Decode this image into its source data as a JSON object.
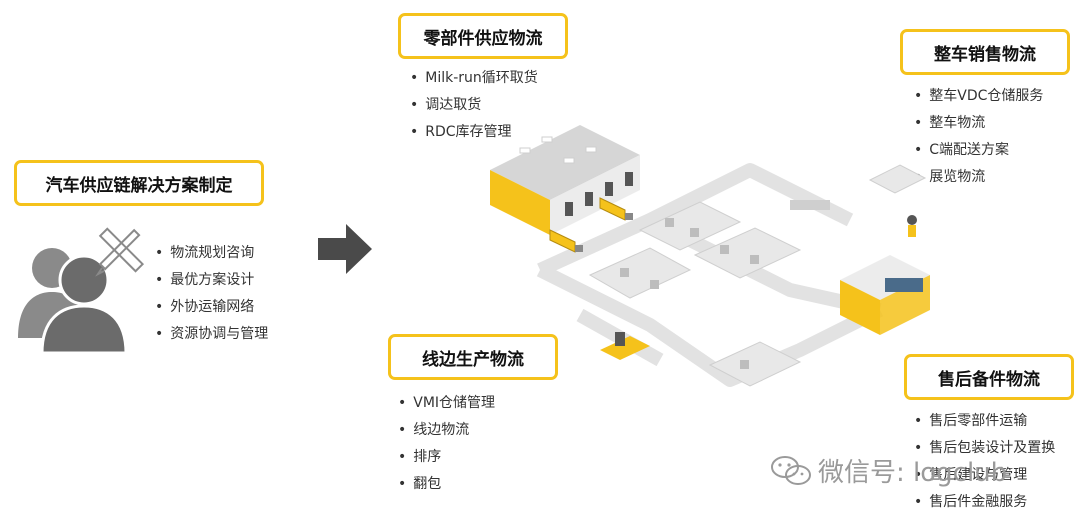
{
  "planning": {
    "title": "汽车供应链解决方案制定",
    "items": [
      "物流规划咨询",
      "最优方案设计",
      "外协运输网络",
      "资源协调与管理"
    ]
  },
  "inbound": {
    "title": "零部件供应物流",
    "items": [
      "Milk-run循环取货",
      "调达取货",
      "RDC库存管理"
    ]
  },
  "outbound": {
    "title": "整车销售物流",
    "items": [
      "整车VDC仓储服务",
      "整车物流",
      "C端配送方案",
      "展览物流"
    ]
  },
  "lineside": {
    "title": "线边生产物流",
    "items": [
      "VMI仓储管理",
      "线边物流",
      "排序",
      "翻包"
    ]
  },
  "aftersales": {
    "title": "售后备件物流",
    "items": [
      "售后零部件运输",
      "售后包装设计及置换",
      "售后建设与管理",
      "售后件金融服务"
    ]
  },
  "watermark": {
    "text": "微信号: logclub"
  },
  "colors": {
    "accent": "#f5c21b",
    "icon_gray": "#6b6b6b",
    "road": "#e2e2e2"
  }
}
